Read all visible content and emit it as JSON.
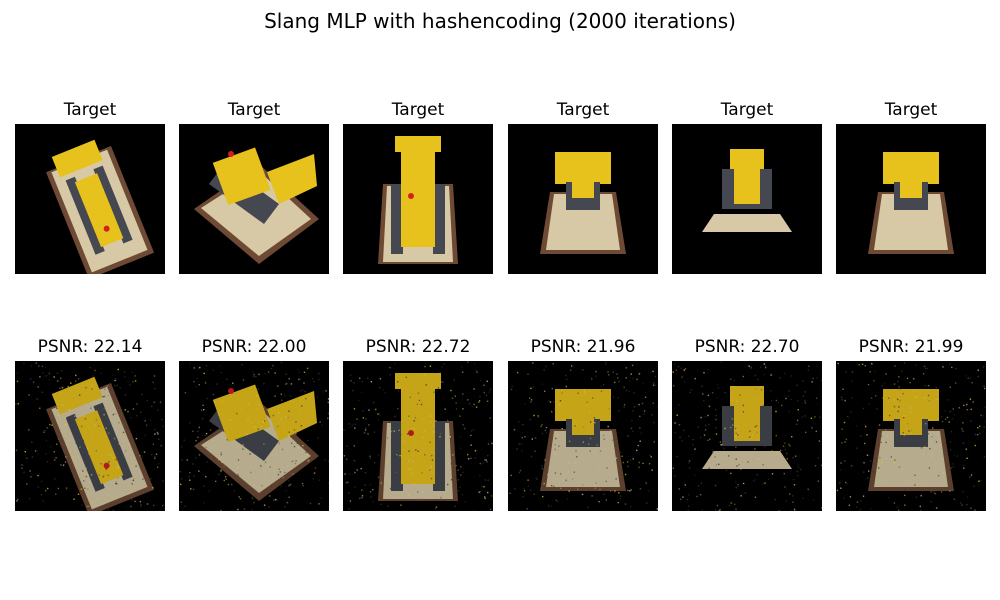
{
  "figure": {
    "title": "Slang MLP with hashencoding (2000 iterations)"
  },
  "rows": [
    {
      "kind": "target",
      "panels": [
        {
          "title": "Target",
          "view": "oblique-top"
        },
        {
          "title": "Target",
          "view": "side-raised-bucket"
        },
        {
          "title": "Target",
          "view": "front-top"
        },
        {
          "title": "Target",
          "view": "front-low"
        },
        {
          "title": "Target",
          "view": "front-far"
        },
        {
          "title": "Target",
          "view": "front-low"
        }
      ]
    },
    {
      "kind": "prediction",
      "panels": [
        {
          "title": "PSNR: 22.14",
          "view": "oblique-top"
        },
        {
          "title": "PSNR: 22.00",
          "view": "side-raised-bucket"
        },
        {
          "title": "PSNR: 22.72",
          "view": "front-top"
        },
        {
          "title": "PSNR: 21.96",
          "view": "front-low"
        },
        {
          "title": "PSNR: 22.70",
          "view": "front-far"
        },
        {
          "title": "PSNR: 21.99",
          "view": "front-low"
        }
      ]
    }
  ],
  "colors": {
    "background": "#000000",
    "bulldozer_yellow": "#e8c21c",
    "base_tan": "#d8c9a6",
    "base_edge": "#6e4a35",
    "tracks": "#454850",
    "accent_red": "#d22020"
  }
}
